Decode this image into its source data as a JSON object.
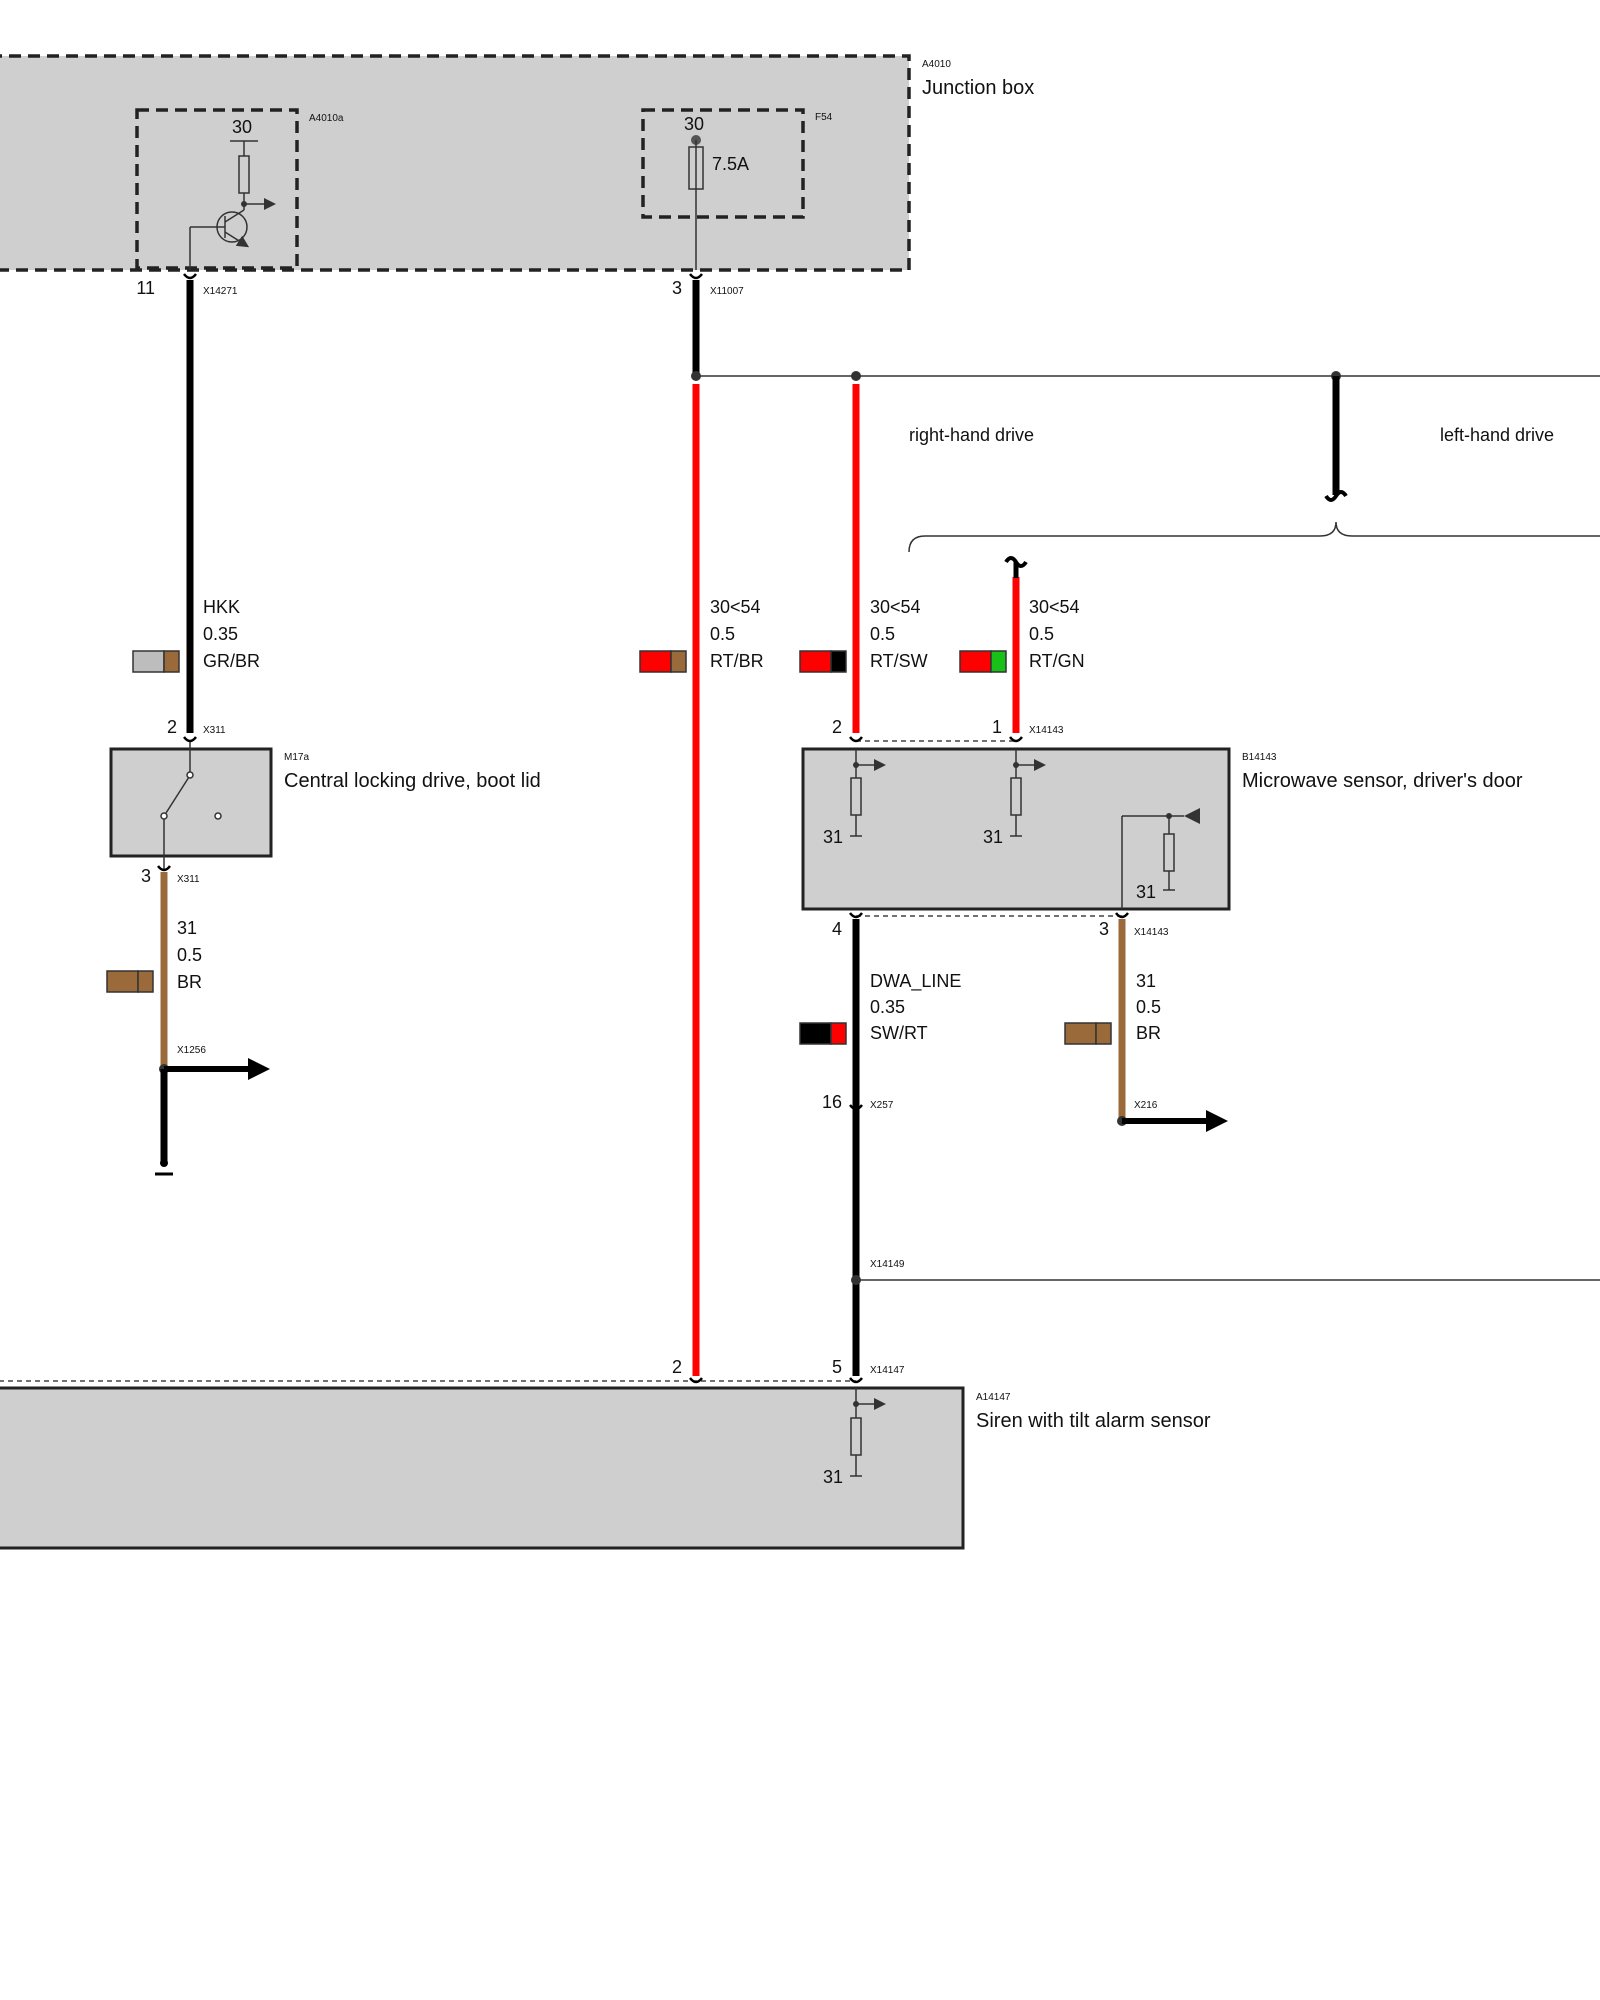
{
  "components": {
    "junction_box": {
      "id": "A4010",
      "name": "Junction box"
    },
    "sub_a4010a": {
      "id": "A4010a",
      "terminal": "30"
    },
    "fuse_f54": {
      "id": "F54",
      "terminal": "30",
      "rating": "7.5A"
    },
    "central_locking": {
      "id": "M17a",
      "name": "Central locking drive, boot lid"
    },
    "microwave_sensor": {
      "id": "B14143",
      "name": "Microwave sensor, driver's door"
    },
    "siren": {
      "id": "A14147",
      "name": "Siren with tilt alarm sensor"
    }
  },
  "pins": {
    "jb_11": "11",
    "jb_3": "3",
    "m17a_2": "2",
    "m17a_3": "3",
    "b14143_2": "2",
    "b14143_1": "1",
    "b14143_4": "4",
    "b14143_3": "3",
    "x257_16": "16",
    "a14147_2": "2",
    "a14147_5": "5"
  },
  "connectors": {
    "x14271": "X14271",
    "x11007": "X11007",
    "x311_top": "X311",
    "x311_bot": "X311",
    "x1256": "X1256",
    "x14143_top": "X14143",
    "x14143_bot": "X14143",
    "x257": "X257",
    "x216": "X216",
    "x14149": "X14149",
    "x14147": "X14147"
  },
  "ground_labels": {
    "g1": "31",
    "g2": "31",
    "g3": "31",
    "g4": "31"
  },
  "drive_labels": {
    "rhd": "right-hand drive",
    "lhd": "left-hand drive"
  },
  "wires": {
    "hkk": {
      "signal": "HKK",
      "gauge": "0.35",
      "color": "GR/BR",
      "c1": "#bdbdbd",
      "c2": "#9b6a3a"
    },
    "rtbr": {
      "signal": "30<54",
      "gauge": "0.5",
      "color": "RT/BR",
      "c1": "#ff0000",
      "c2": "#9b6a3a"
    },
    "rtsw": {
      "signal": "30<54",
      "gauge": "0.5",
      "color": "RT/SW",
      "c1": "#ff0000",
      "c2": "#000000"
    },
    "rtgn": {
      "signal": "30<54",
      "gauge": "0.5",
      "color": "RT/GN",
      "c1": "#ff0000",
      "c2": "#18c018"
    },
    "br_m17": {
      "signal": "31",
      "gauge": "0.5",
      "color": "BR",
      "c1": "#9b6a3a",
      "c2": "#9b6a3a"
    },
    "dwa": {
      "signal": "DWA_LINE",
      "gauge": "0.35",
      "color": "SW/RT",
      "c1": "#000000",
      "c2": "#ff0000"
    },
    "br_b14": {
      "signal": "31",
      "gauge": "0.5",
      "color": "BR",
      "c1": "#9b6a3a",
      "c2": "#9b6a3a"
    }
  },
  "colors": {
    "red": "#ff0000",
    "brown": "#9b6a3a",
    "black": "#000000",
    "component_fill": "#cfcfcf"
  }
}
